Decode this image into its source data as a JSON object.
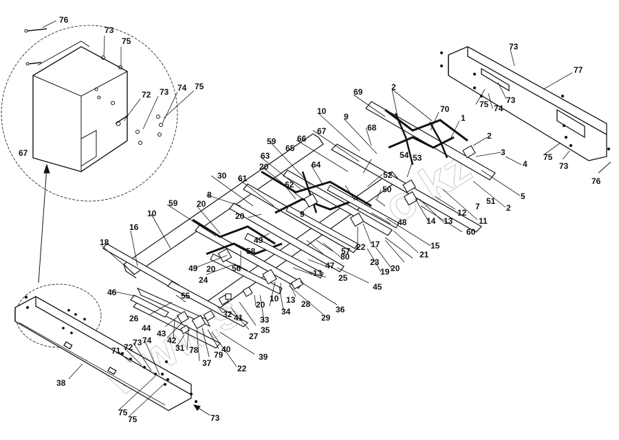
{
  "diagram": {
    "type": "exploded-parts-view",
    "watermark": "www.s...o.kz",
    "stroke_color": "#111111",
    "callouts": [
      "76",
      "73",
      "75",
      "72",
      "73",
      "74",
      "75",
      "67",
      "73",
      "77",
      "75",
      "74",
      "73",
      "69",
      "2",
      "70",
      "10",
      "9",
      "68",
      "1",
      "2",
      "67",
      "3",
      "4",
      "75",
      "73",
      "66",
      "76",
      "65",
      "54",
      "53",
      "5",
      "59",
      "64",
      "63",
      "20",
      "52",
      "2",
      "30",
      "61",
      "62",
      "50",
      "51",
      "7",
      "9",
      "48",
      "14",
      "13",
      "12",
      "11",
      "8",
      "20",
      "60",
      "15",
      "59",
      "20",
      "49",
      "22",
      "17",
      "10",
      "58",
      "80",
      "23",
      "21",
      "16",
      "57",
      "20",
      "19",
      "18",
      "56",
      "47",
      "49",
      "20",
      "13",
      "25",
      "24",
      "46",
      "55",
      "45",
      "10",
      "13",
      "28",
      "20",
      "32",
      "36",
      "26",
      "44",
      "43",
      "42",
      "41",
      "34",
      "29",
      "27",
      "35",
      "33",
      "31",
      "78",
      "79",
      "40",
      "39",
      "37",
      "22",
      "38",
      "71",
      "72",
      "73",
      "74",
      "75",
      "75",
      "73",
      "76"
    ]
  }
}
